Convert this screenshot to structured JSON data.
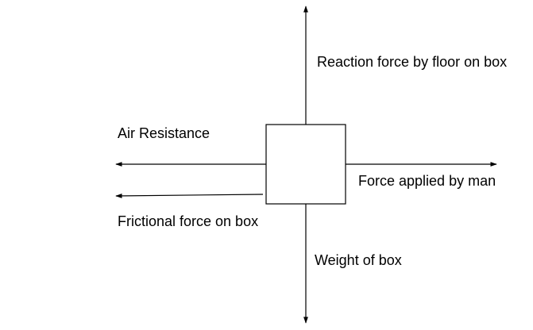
{
  "diagram": {
    "labels": {
      "reaction": "Reaction force by floor on box",
      "air": "Air Resistance",
      "applied": "Force applied by man",
      "friction": "Frictional force on box",
      "weight": "Weight of box"
    },
    "colors": {
      "line": "#000000",
      "background": "#ffffff"
    }
  }
}
